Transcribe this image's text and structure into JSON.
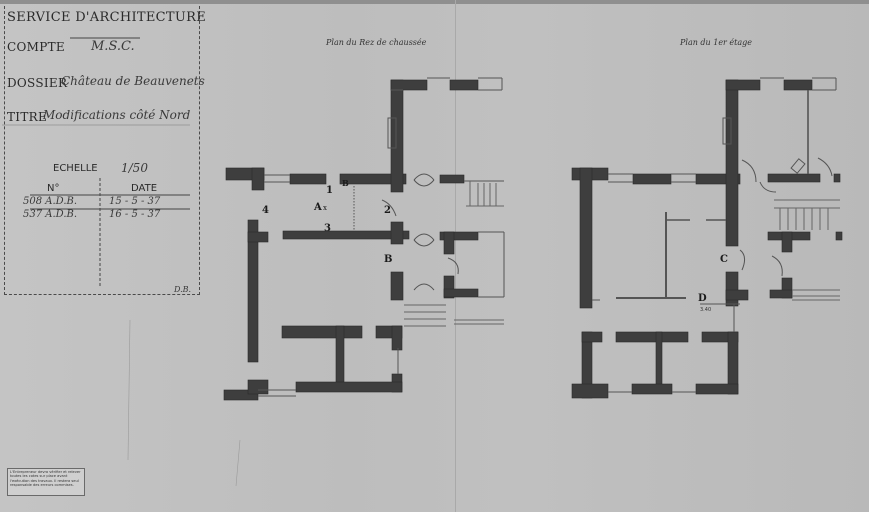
{
  "title_block": {
    "service": "SERVICE D'ARCHITECTURE",
    "compte_label": "COMPTE",
    "compte_value": "M.S.C.",
    "dossier_label": "DOSSIER",
    "dossier_value": "Château de Beauvenets",
    "titre_label": "TITRE",
    "titre_value": "Modifications côté Nord",
    "echelle_label": "ECHELLE",
    "echelle_value": "1/50",
    "no_label": "N°",
    "date_label": "DATE",
    "rows": [
      {
        "no": "508 A.D.B.",
        "date": "15 - 5 - 37"
      },
      {
        "no": "537 A.D.B.",
        "date": "16 - 5 - 37"
      }
    ],
    "initials": "D.B."
  },
  "note_text": "L'Entrepreneur devra vérifier et relever toutes les cotes sur place avant l'exécution des travaux. Il restera seul responsable des erreurs commises.",
  "plans": {
    "ground_title": "Plan du Rez de chaussée",
    "first_title": "Plan du 1er étage"
  },
  "labels": {
    "l1": "1",
    "l2": "2",
    "l3": "3",
    "l4": "4",
    "lA": "A",
    "lx": "x",
    "lB": "B",
    "lC": "C",
    "lD": "D",
    "ldim": "3.40"
  },
  "colors": {
    "wall": "#3e3e3e",
    "wall_light": "#6a6a6a",
    "line": "#555555",
    "paper": "#c0c0c0"
  }
}
